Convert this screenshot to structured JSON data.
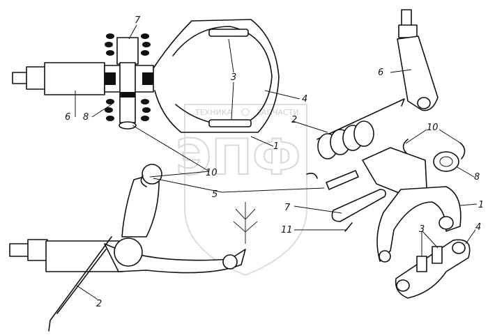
{
  "watermark": {
    "line_left": "ТЕХНИКА",
    "line_right": "ЗАПЧАСТИ",
    "logo": "ЭПФ"
  },
  "callouts": [
    {
      "id": "c7a",
      "text": "7"
    },
    {
      "id": "c6a",
      "text": "6"
    },
    {
      "id": "c8a",
      "text": "8"
    },
    {
      "id": "c3a",
      "text": "3"
    },
    {
      "id": "c4a",
      "text": "4"
    },
    {
      "id": "c2a",
      "text": "2"
    },
    {
      "id": "c1a",
      "text": "1"
    },
    {
      "id": "c10a",
      "text": "10"
    },
    {
      "id": "c5",
      "text": "5"
    },
    {
      "id": "c6b",
      "text": "6"
    },
    {
      "id": "c10b",
      "text": "10"
    },
    {
      "id": "c8b",
      "text": "8"
    },
    {
      "id": "c1b",
      "text": "1"
    },
    {
      "id": "c7b",
      "text": "7"
    },
    {
      "id": "c11",
      "text": "11"
    },
    {
      "id": "c3b",
      "text": "3"
    },
    {
      "id": "c4b",
      "text": "4"
    },
    {
      "id": "c2b",
      "text": "2"
    }
  ],
  "colors": {
    "ink": "#111111",
    "watermark": "#cfcfcf",
    "paper": "#ffffff"
  }
}
